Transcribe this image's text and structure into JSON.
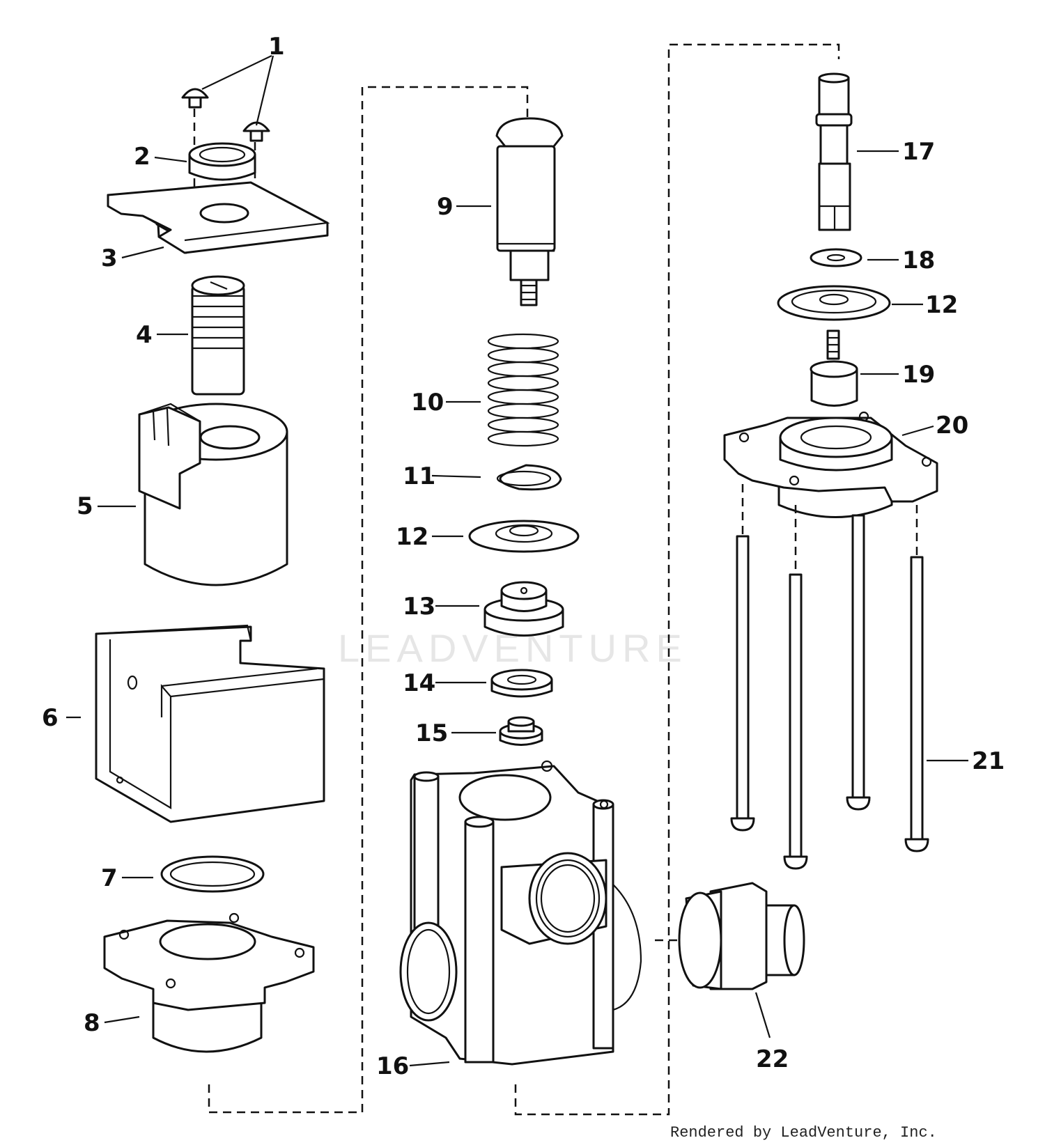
{
  "watermark": "LEADVENTURE",
  "credit": "Rendered by LeadVenture, Inc.",
  "labels": {
    "l1": "1",
    "l2": "2",
    "l3": "3",
    "l4": "4",
    "l5": "5",
    "l6": "6",
    "l7": "7",
    "l8": "8",
    "l9": "9",
    "l10": "10",
    "l11": "11",
    "l12a": "12",
    "l12b": "12",
    "l13": "13",
    "l14": "14",
    "l15": "15",
    "l16": "16",
    "l17": "17",
    "l18": "18",
    "l19": "19",
    "l20": "20",
    "l21": "21",
    "l22": "22"
  }
}
